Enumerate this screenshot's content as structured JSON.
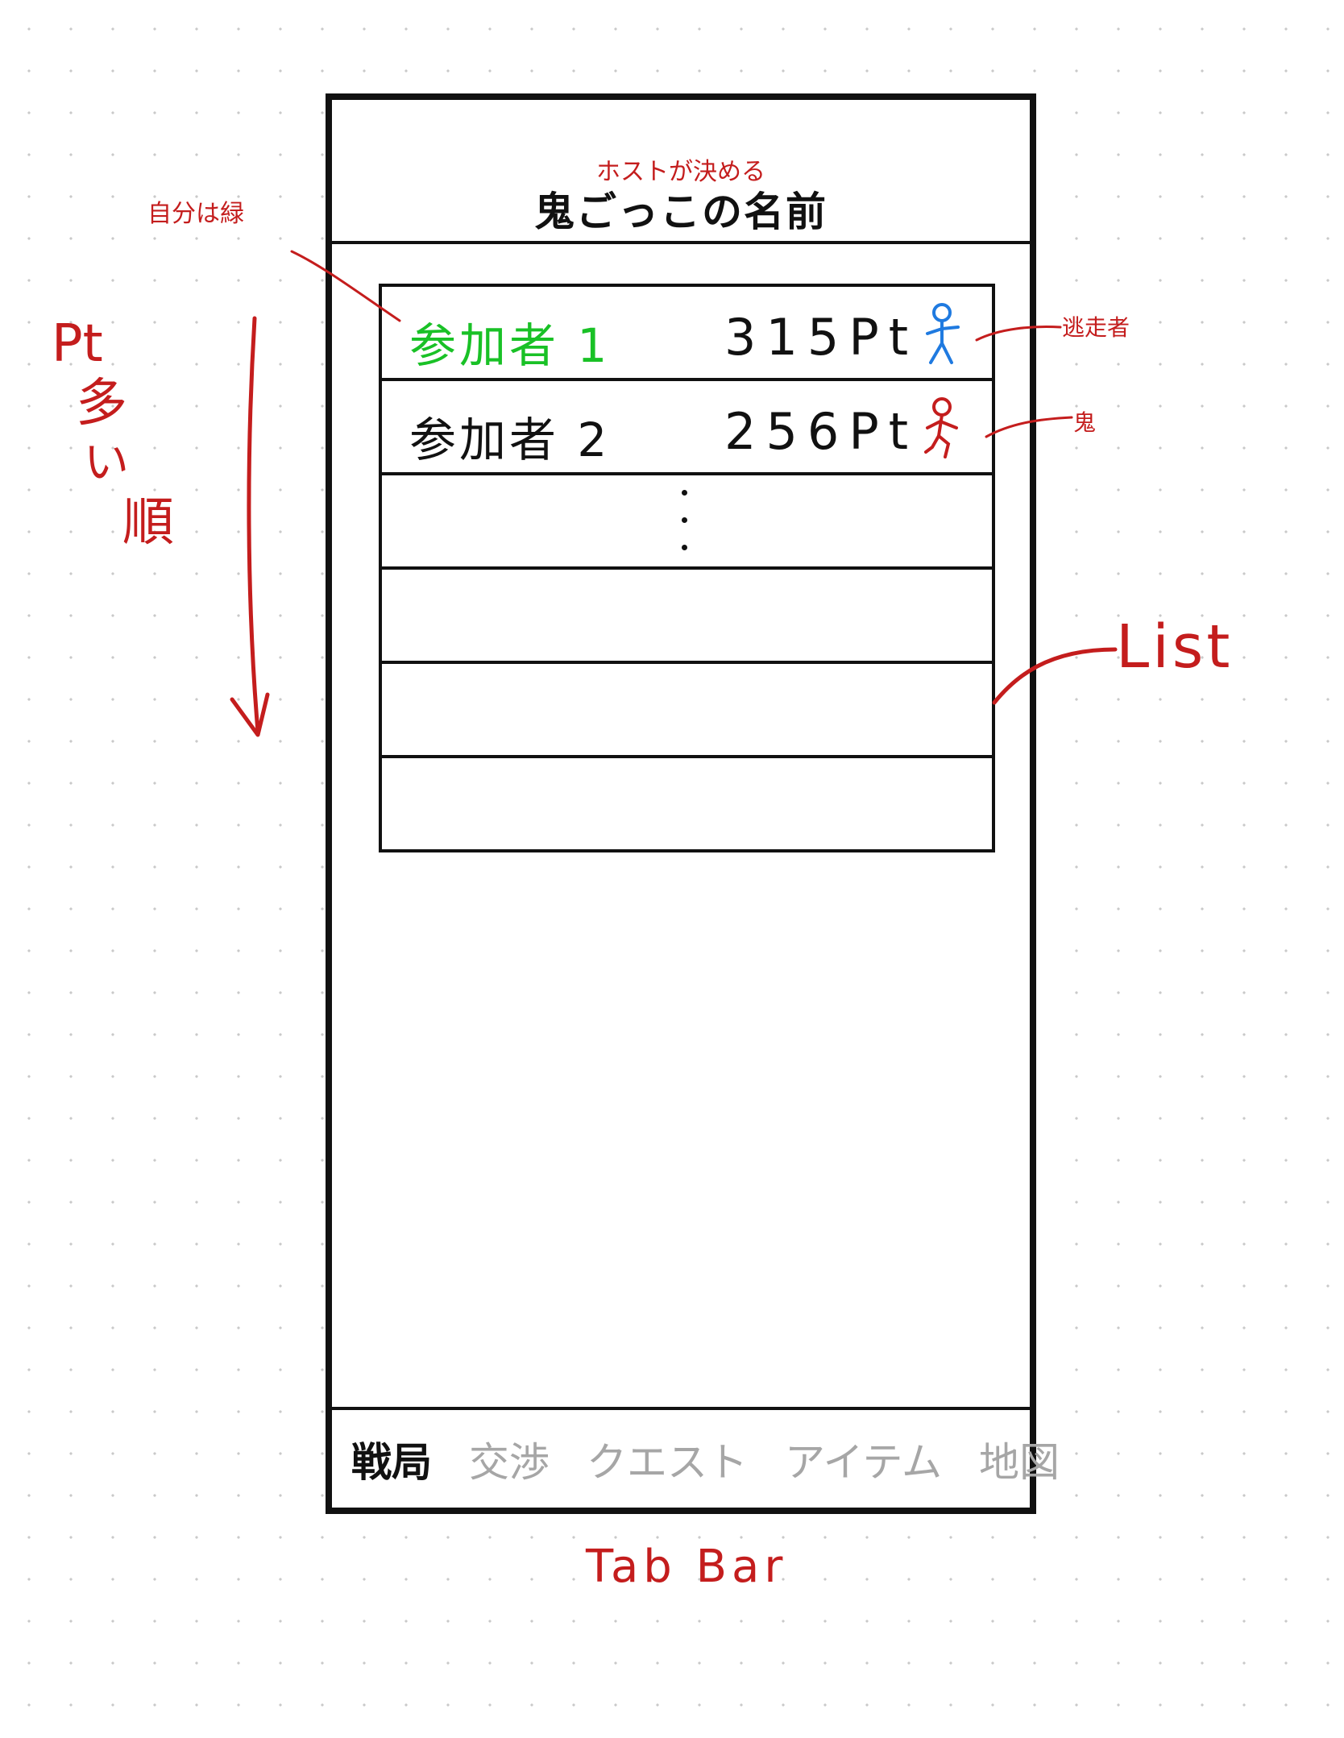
{
  "header": {
    "title": "鬼ごっこの名前"
  },
  "participants": [
    {
      "name": "参加者 1",
      "points": "315Pt",
      "role": "runner-icon",
      "is_self": true
    },
    {
      "name": "参加者 2",
      "points": "256Pt",
      "role": "oni-icon",
      "is_self": false
    }
  ],
  "tab_bar": {
    "tabs": [
      {
        "label": "戦局",
        "active": true
      },
      {
        "label": "交渉",
        "active": false
      },
      {
        "label": "クエスト",
        "active": false
      },
      {
        "label": "アイテム",
        "active": false
      },
      {
        "label": "地図",
        "active": false
      }
    ]
  },
  "annotations": {
    "host_decides": "ホストが決める",
    "self_is_green": "自分は緑",
    "runner": "逃走者",
    "oni": "鬼",
    "list": "List",
    "tab_bar": "Tab Bar",
    "order_line1": "Pt",
    "order_line2": "多",
    "order_line3": "い",
    "order_line4": "順"
  },
  "colors": {
    "self_highlight": "#19c126",
    "runner_icon": "#1f7ae0",
    "oni_icon": "#c41d1d",
    "annotation": "#c41d1d",
    "inactive_tab": "#a6a6a6"
  }
}
